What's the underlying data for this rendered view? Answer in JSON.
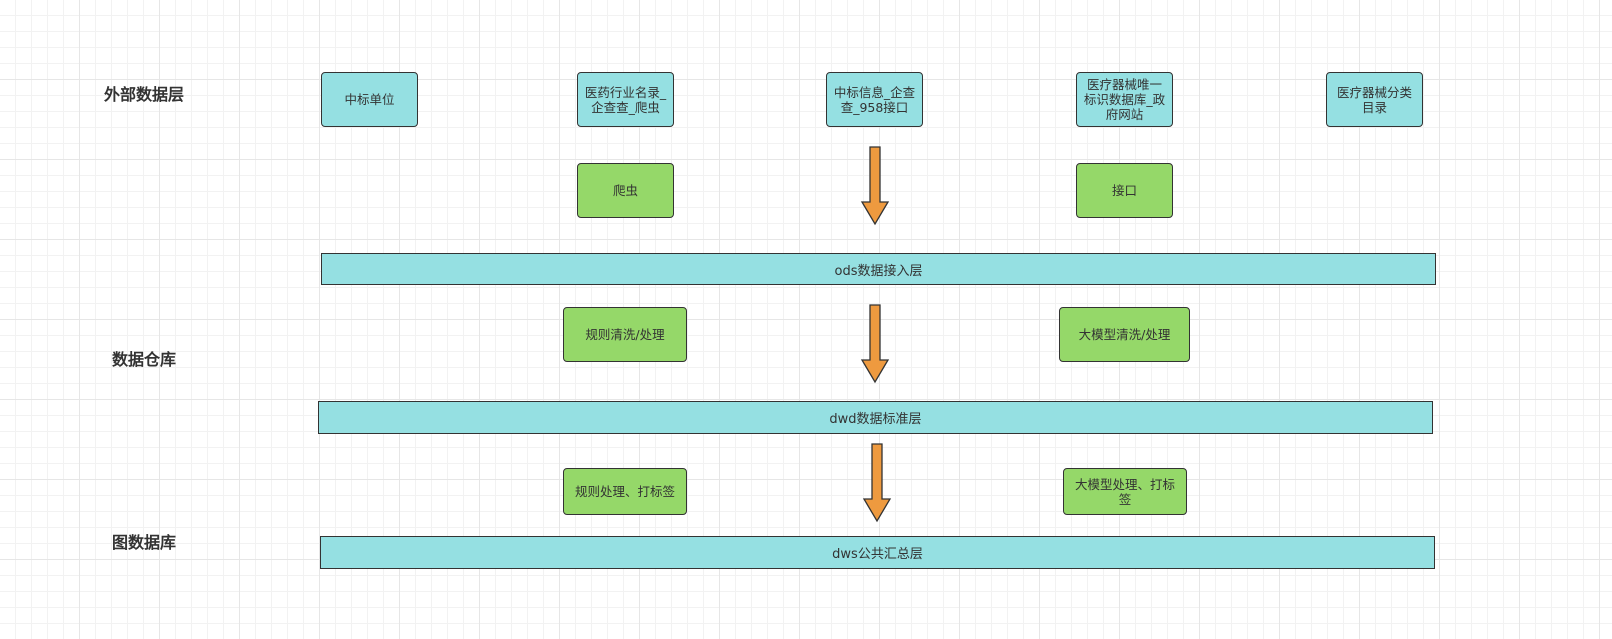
{
  "lanes": {
    "external": "外部数据层",
    "warehouse": "数据仓库",
    "graph": "图数据库"
  },
  "sources": {
    "winning_unit": "中标单位",
    "pharma_list": "医药行业名录_企查查_爬虫",
    "bid_info": "中标信息_企查查_958接口",
    "udi_db": "医疗器械唯一标识数据库_政府网站",
    "device_catalog": "医疗器械分类目录"
  },
  "methods": {
    "crawler": "爬虫",
    "api": "接口"
  },
  "layers": {
    "ods": "ods数据接入层",
    "dwd": "dwd数据标准层",
    "dws": "dws公共汇总层"
  },
  "processing": {
    "rule_clean": "规则清洗/处理",
    "llm_clean": "大模型清洗/处理",
    "rule_tag": "规则处理、打标签",
    "llm_tag": "大模型处理、打标签"
  },
  "colors": {
    "source_fill": "#95e0e2",
    "process_fill": "#95d869",
    "arrow_fill": "#ee9a3f",
    "border": "#333333"
  }
}
